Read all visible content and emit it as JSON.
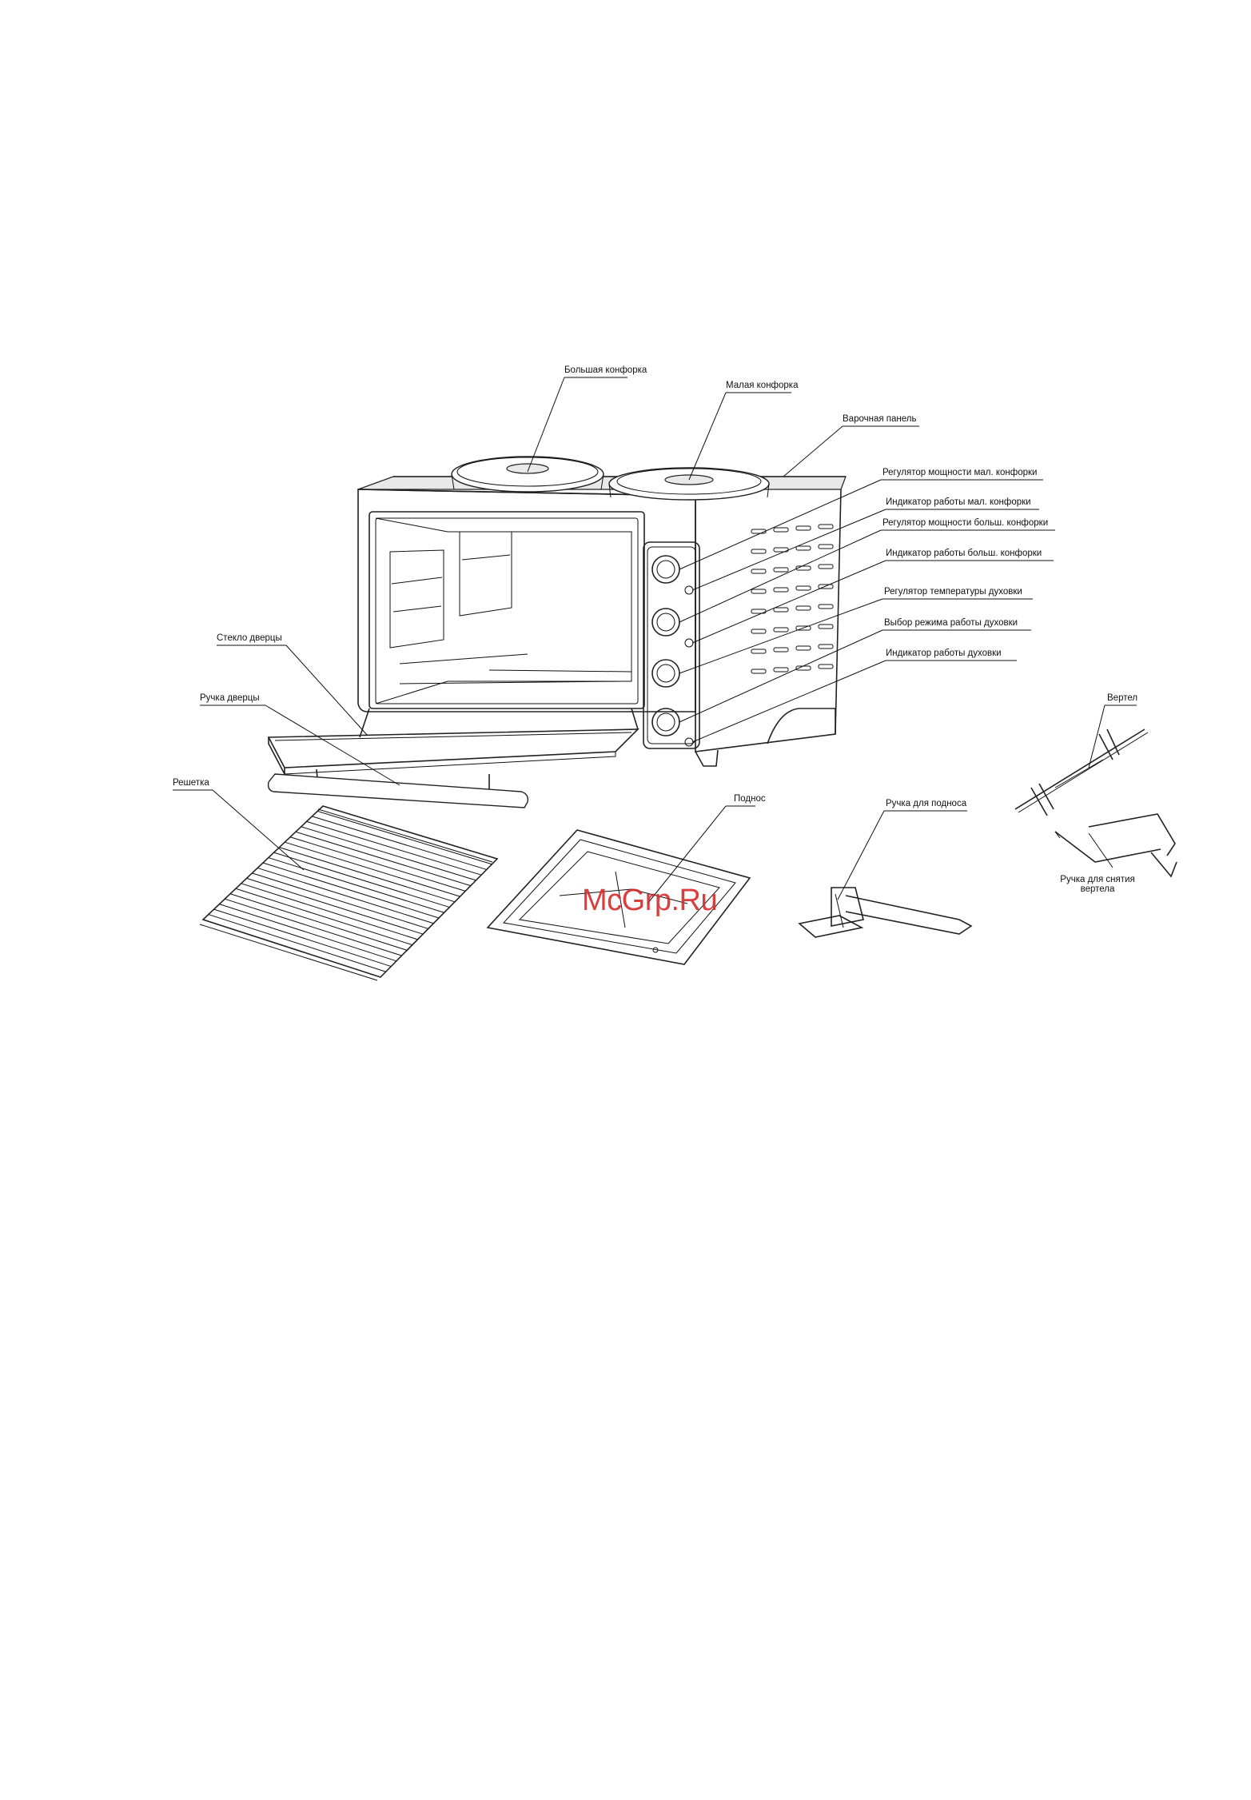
{
  "labels": {
    "big_burner": "Большая конфорка",
    "small_burner": "Малая конфорка",
    "cooking_panel": "Варочная панель",
    "small_burner_power": "Регулятор мощности мал. конфорки",
    "small_burner_indicator": "Индикатор работы  мал. конфорки",
    "big_burner_power": "Регулятор мощности больш. конфорки",
    "big_burner_indicator": "Индикатор работы  больш. конфорки",
    "oven_temperature": "Регулятор температуры духовки",
    "oven_mode": "Выбор режима работы духовки",
    "oven_indicator": "Индикатор работы духовки",
    "door_glass": "Стекло дверцы",
    "door_handle": "Ручка дверцы",
    "grill_rack": "Решетка",
    "tray": "Поднос",
    "tray_handle": "Ручка для подноса",
    "spit": "Вертел",
    "spit_removal_handle": "Ручка для снятия вертела"
  },
  "watermark": "McGrp.Ru",
  "colors": {
    "line": "#111111",
    "watermark": "#d62a2a"
  }
}
